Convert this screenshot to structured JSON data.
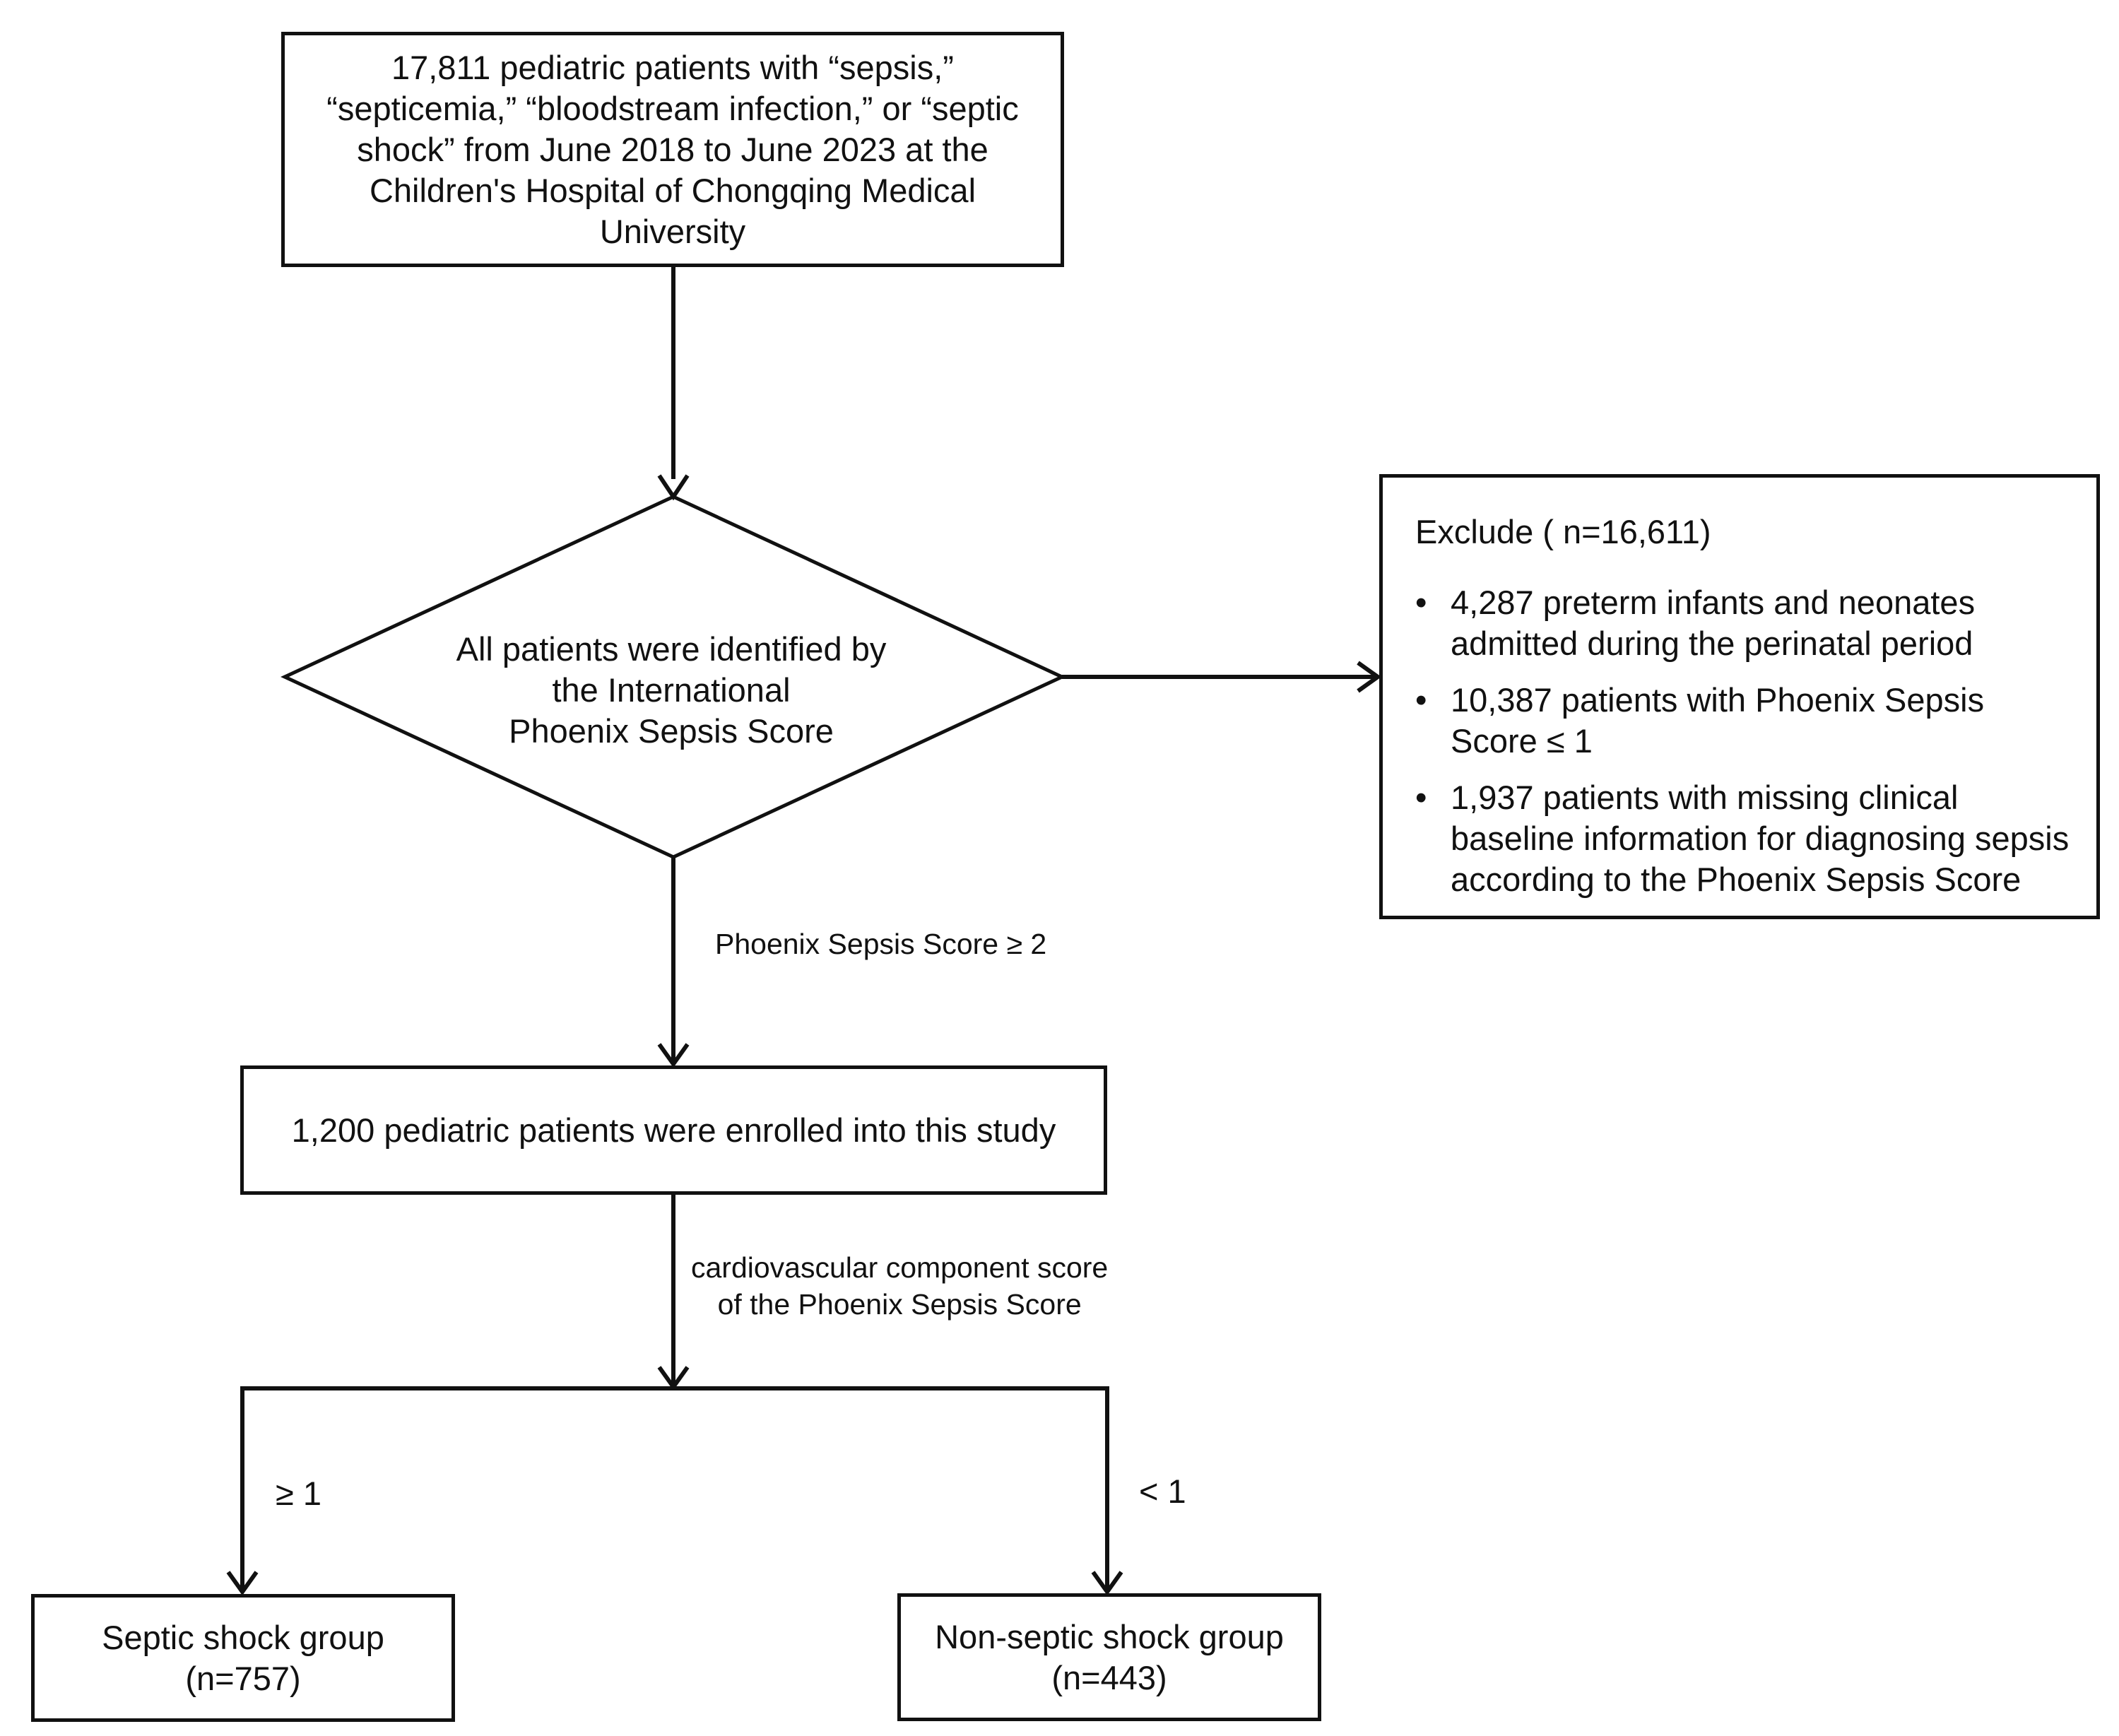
{
  "source": {
    "text": "17,811 pediatric patients with “sepsis,”\n“septicemia,” “bloodstream infection,” or “septic\nshock” from June 2018 to June 2023 at the\nChildren's Hospital of Chongqing Medical\nUniversity"
  },
  "screening": {
    "text": "All patients were identified by\nthe International\nPhoenix Sepsis Score"
  },
  "exclude": {
    "title": "Exclude ( n=16,611)",
    "bullet": "•",
    "items": [
      {
        "text": "4,287 preterm infants and neonates admitted during the perinatal period"
      },
      {
        "text": "10,387 patients with Phoenix Sepsis Score ≤ 1"
      },
      {
        "text": "1,937 patients with missing clinical baseline information for diagnosing sepsis according to the Phoenix Sepsis Score"
      }
    ]
  },
  "edges": {
    "phoenix_criterion": "Phoenix Sepsis Score ≥ 2",
    "cardio_criterion": "cardiovascular component score\nof the Phoenix Sepsis Score",
    "left_branch": "≥ 1",
    "right_branch": "< 1"
  },
  "enrolled": {
    "text": "1,200 pediatric patients were enrolled into this study"
  },
  "groups": {
    "septic_shock": "Septic shock group\n(n=757)",
    "non_septic_shock": "Non-septic shock group\n(n=443)"
  },
  "colors": {
    "line": "#111111",
    "background": "#ffffff"
  }
}
